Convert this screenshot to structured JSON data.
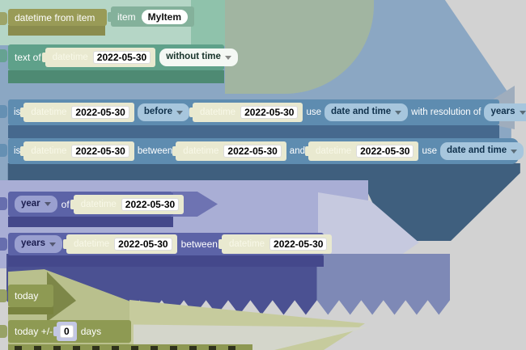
{
  "palette": {
    "workspace_bg": "#d2d2d2",
    "olive_block": "#999b57",
    "olive_block_bottom": "#8e9a53",
    "olive_shadow": "#8a8c4e",
    "teal_block": "#5fa18a",
    "teal_item_block": "#84b19b",
    "teal_shadow": "#4e8a73",
    "teal_pale_bg": "#b5d6c6",
    "blue_bg": "#8ba7c3",
    "blue_block": "#5e8cb0",
    "blue_dropdown": "#a7c6dd",
    "blue_shadow": "#46698e",
    "slate_shadow": "#3f5f7e",
    "lavender_bg": "#a9aed5",
    "purple_block": "#5c63a7",
    "purple_dropdown": "#9aa0d0",
    "purple_shadow": "#44488b",
    "indigo_shadow": "#4b5192",
    "cream_block": "#e9e9d0",
    "field_bg": "#ffffff"
  },
  "blocks": {
    "datetime_from_item": {
      "label": "datetime from item",
      "item_label": "item",
      "item_value": "MyItem"
    },
    "text_of": {
      "label": "text of",
      "format_dropdown": "without time"
    },
    "datetime_input": {
      "label": "datetime",
      "value": "2022-05-30"
    },
    "is_compare": {
      "label": "is",
      "operator_dropdown": "before",
      "use_label": "use",
      "use_dropdown": "date and time",
      "resolution_label": "with resolution of",
      "resolution_dropdown": "years"
    },
    "is_between": {
      "label": "is",
      "between_label": "between",
      "and_label": "and",
      "use_label": "use",
      "use_dropdown": "date and time"
    },
    "part_of": {
      "part_dropdown": "year",
      "of_label": "of"
    },
    "units_between": {
      "units_dropdown": "years",
      "between_label": "between"
    },
    "today": {
      "label": "today"
    },
    "today_offset": {
      "label": "today +/-",
      "days_value": "0",
      "days_label": "days"
    }
  }
}
